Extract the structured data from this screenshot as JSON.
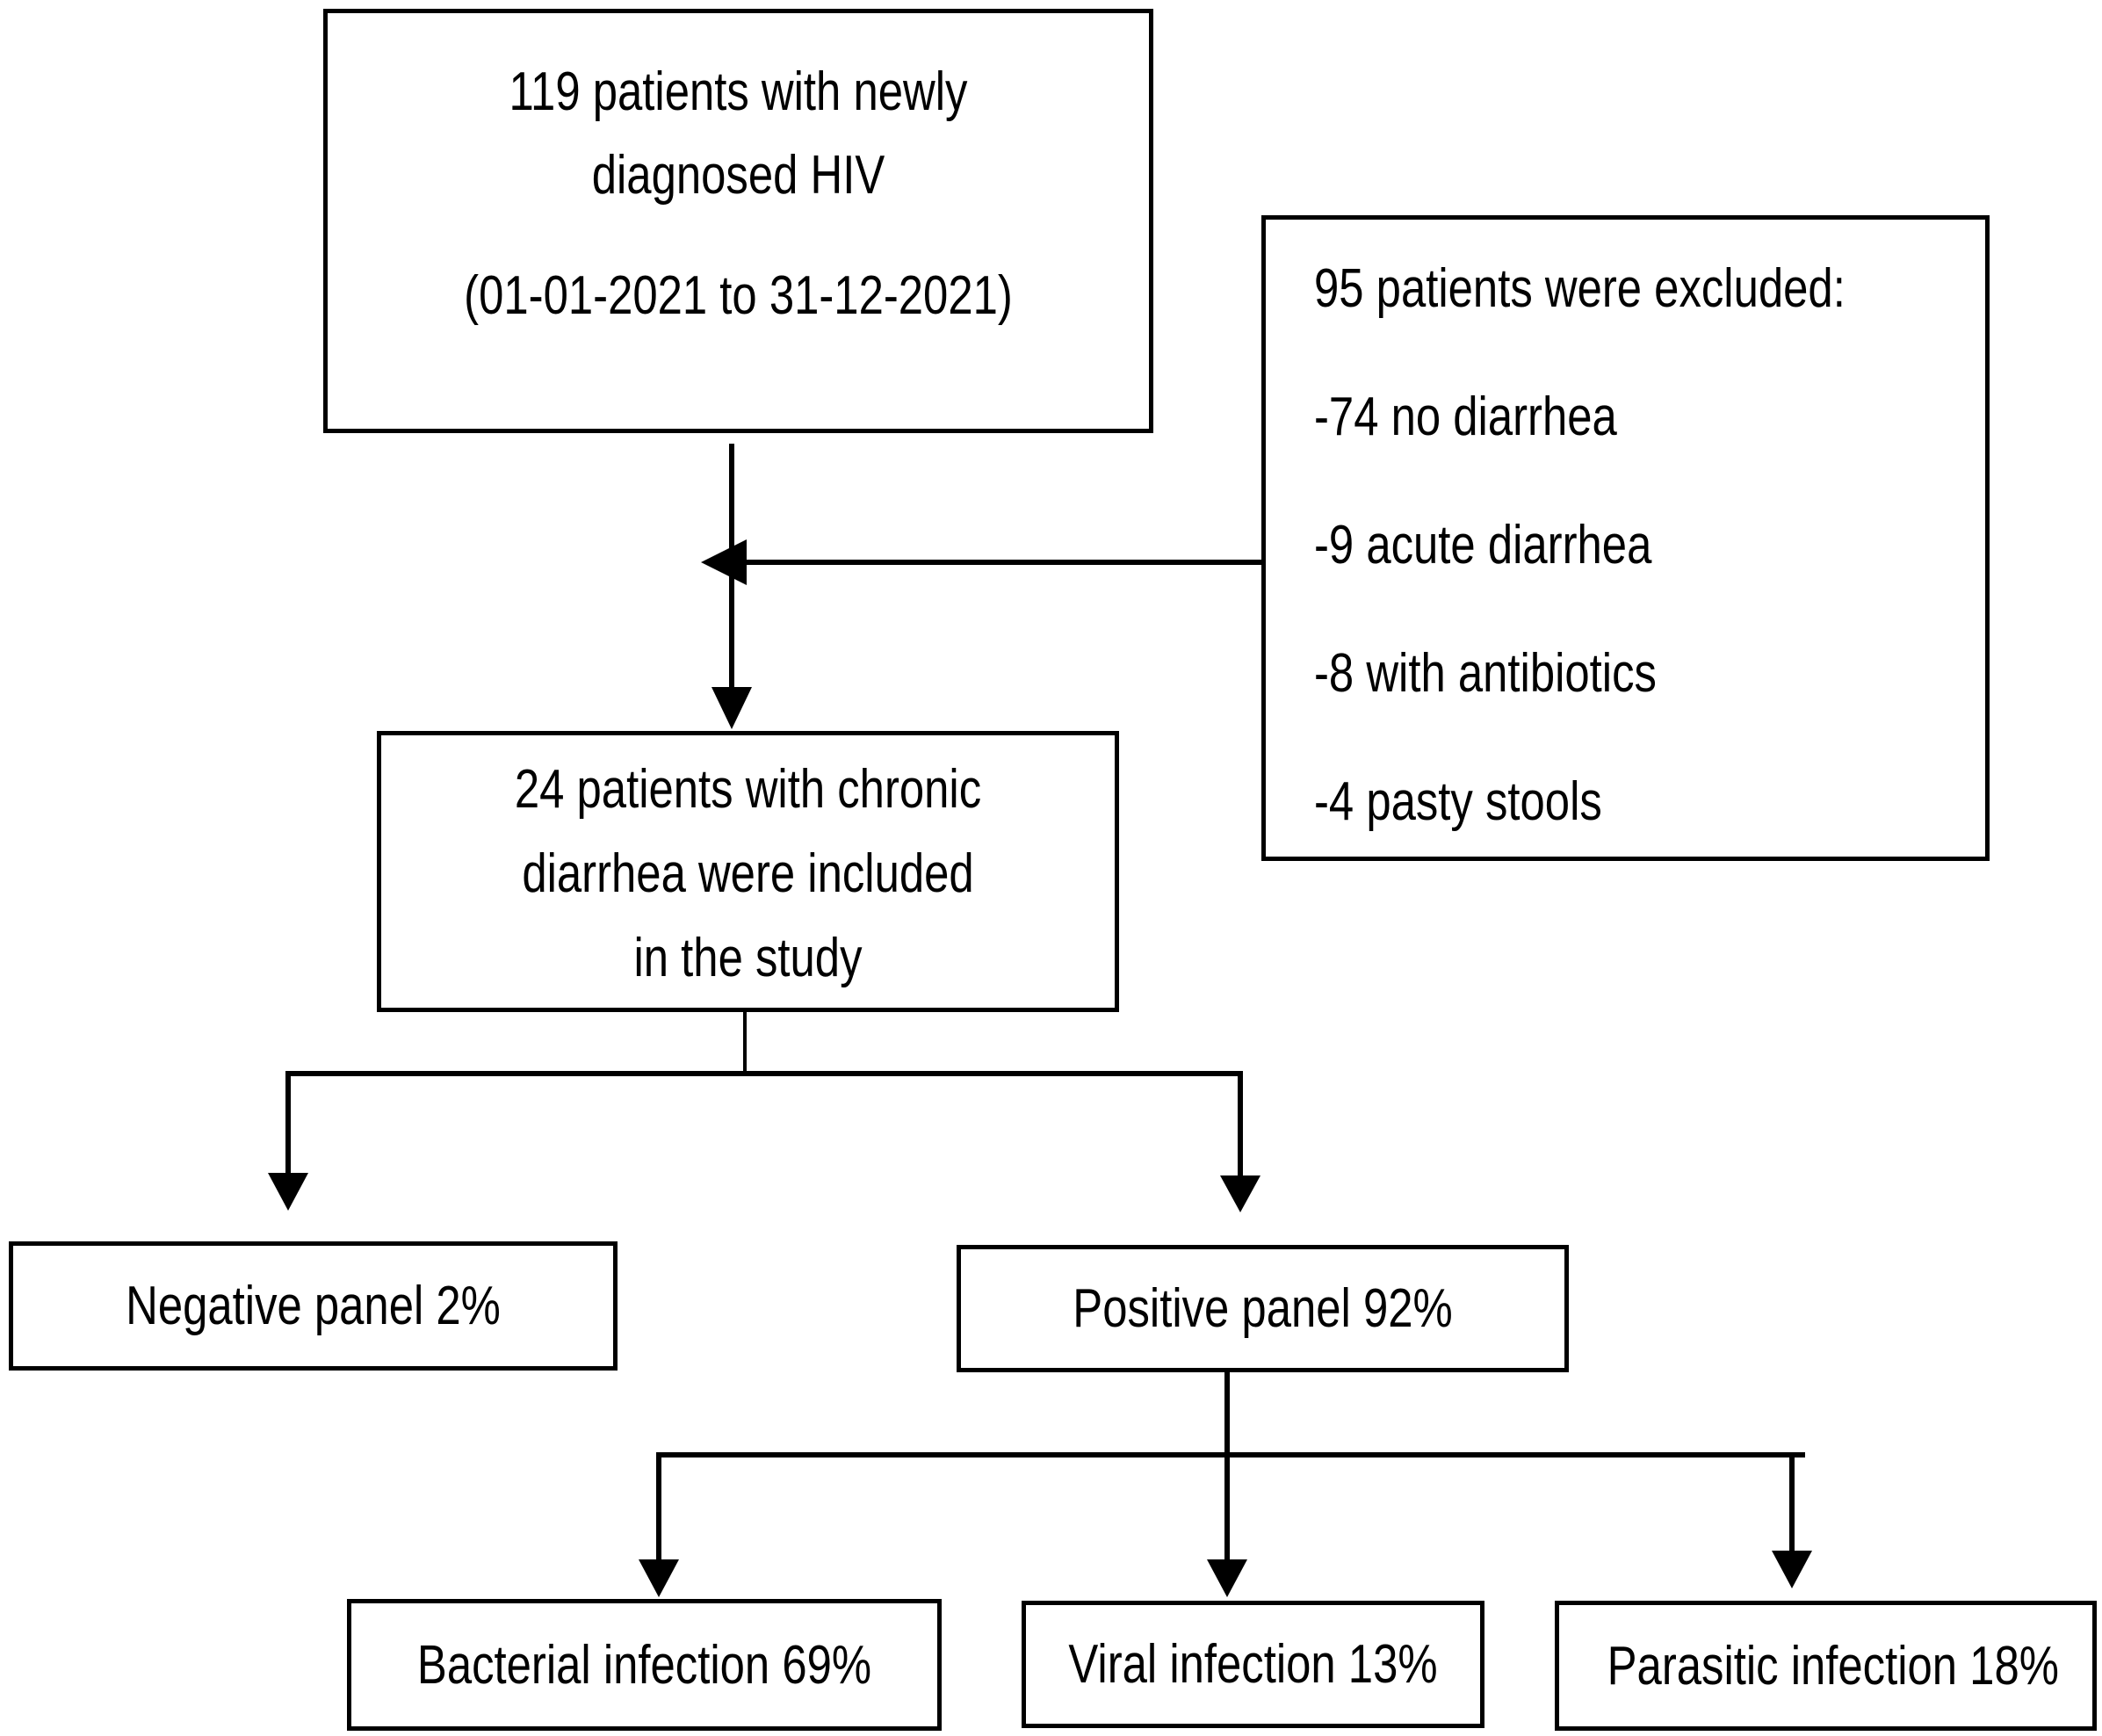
{
  "flowchart": {
    "enrollment": {
      "line1": "119 patients with newly",
      "line2": "diagnosed HIV",
      "line3": "(01-01-2021 to 31-12-2021)"
    },
    "excluded": {
      "heading": "95 patients were excluded:",
      "item1": "-74 no diarrhea",
      "item2": "-9 acute diarrhea",
      "item3": "-8 with antibiotics",
      "item4": "-4 pasty stools"
    },
    "included": {
      "line1": "24 patients with chronic",
      "line2": "diarrhea were included",
      "line3": "in the study"
    },
    "negative_panel": {
      "label": "Negative panel 2%"
    },
    "positive_panel": {
      "label": "Positive panel 92%"
    },
    "bacterial": {
      "label": "Bacterial infection 69%"
    },
    "viral": {
      "label": "Viral infection 13%"
    },
    "parasitic": {
      "label": "Parasitic infection 18%"
    },
    "colors": {
      "line": "#000000",
      "box_border": "#000000",
      "box_background": "#ffffff"
    }
  }
}
